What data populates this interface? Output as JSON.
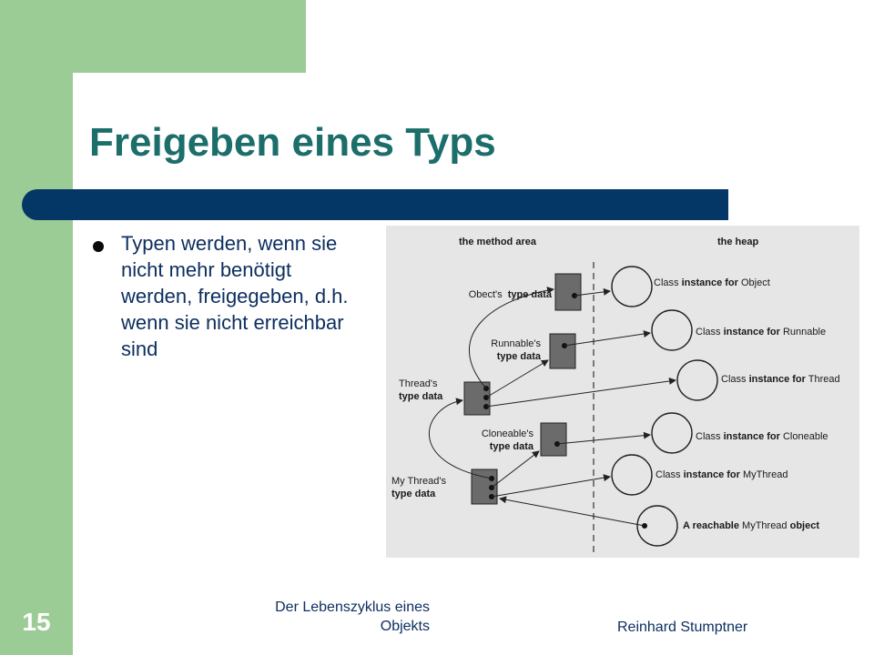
{
  "slide": {
    "title": "Freigeben eines Typs",
    "bullet": "Typen werden, wenn sie nicht mehr benötigt werden, freigegeben, d.h. wenn sie nicht erreichbar sind",
    "number": "15",
    "footer_center_line1": "Der Lebenszyklus eines",
    "footer_center_line2": "Objekts",
    "footer_author": "Reinhard Stumptner"
  },
  "figure": {
    "method_area_label": "the method area",
    "heap_label": "the heap",
    "type_data": [
      {
        "line1": "Obect's",
        "line2": "type data",
        "inline": true
      },
      {
        "line1": "Runnable's",
        "line2": "type data"
      },
      {
        "line1": "Thread's",
        "line2": "type data"
      },
      {
        "line1": "Cloneable's",
        "line2": "type data"
      },
      {
        "line1": "My Thread's",
        "line2": "type data"
      }
    ],
    "heap_items": [
      {
        "prefix": "Class ",
        "bold": "instance for",
        "suffix": " Object"
      },
      {
        "prefix": "Class ",
        "bold": "instance for",
        "suffix": " Runnable"
      },
      {
        "prefix": "Class ",
        "bold": "instance for",
        "suffix": " Thread"
      },
      {
        "prefix": "Class ",
        "bold": "instance for",
        "suffix": " Cloneable"
      },
      {
        "prefix": "Class ",
        "bold": "instance for",
        "suffix": " MyThread"
      },
      {
        "prefix": "",
        "bold": "A reachable",
        "suffix": " MyThread ",
        "bold2": "object"
      }
    ]
  },
  "colors": {
    "green": "#9ccc95",
    "title": "#1b6e6a",
    "bar": "#043766",
    "text": "#0d2f60"
  }
}
